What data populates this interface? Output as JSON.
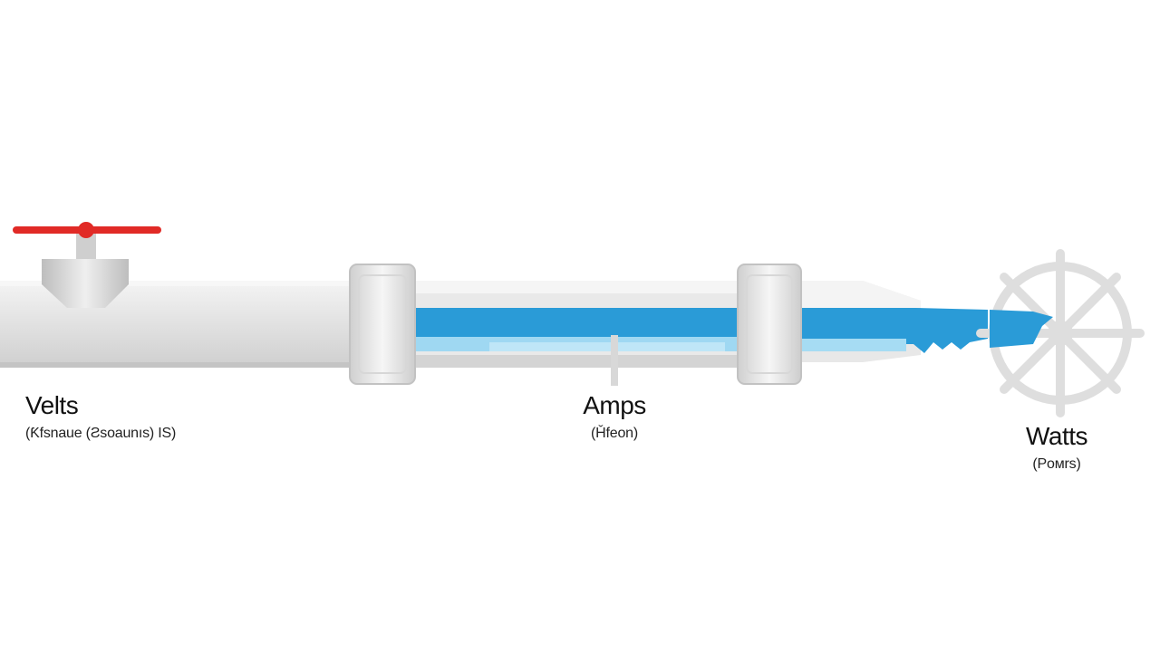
{
  "labels": {
    "volts": {
      "title": "Velts",
      "subtitle": "(Ƙfsnaue (Ƨsoaunıs) IS)"
    },
    "amps": {
      "title": "Amps",
      "subtitle": "(Ȟfeon)"
    },
    "watts": {
      "title": "Watts",
      "subtitle": "(Poмrs)"
    }
  },
  "colors": {
    "pipe": "#e2e2e2",
    "pipe_shadow": "#c9c9c9",
    "water": "#2a9bd7",
    "water_light": "#9fd8f2",
    "valve_handle": "#e12a26",
    "wheel": "#dedede"
  },
  "icons": [
    "valve-icon",
    "water-wheel-icon"
  ]
}
